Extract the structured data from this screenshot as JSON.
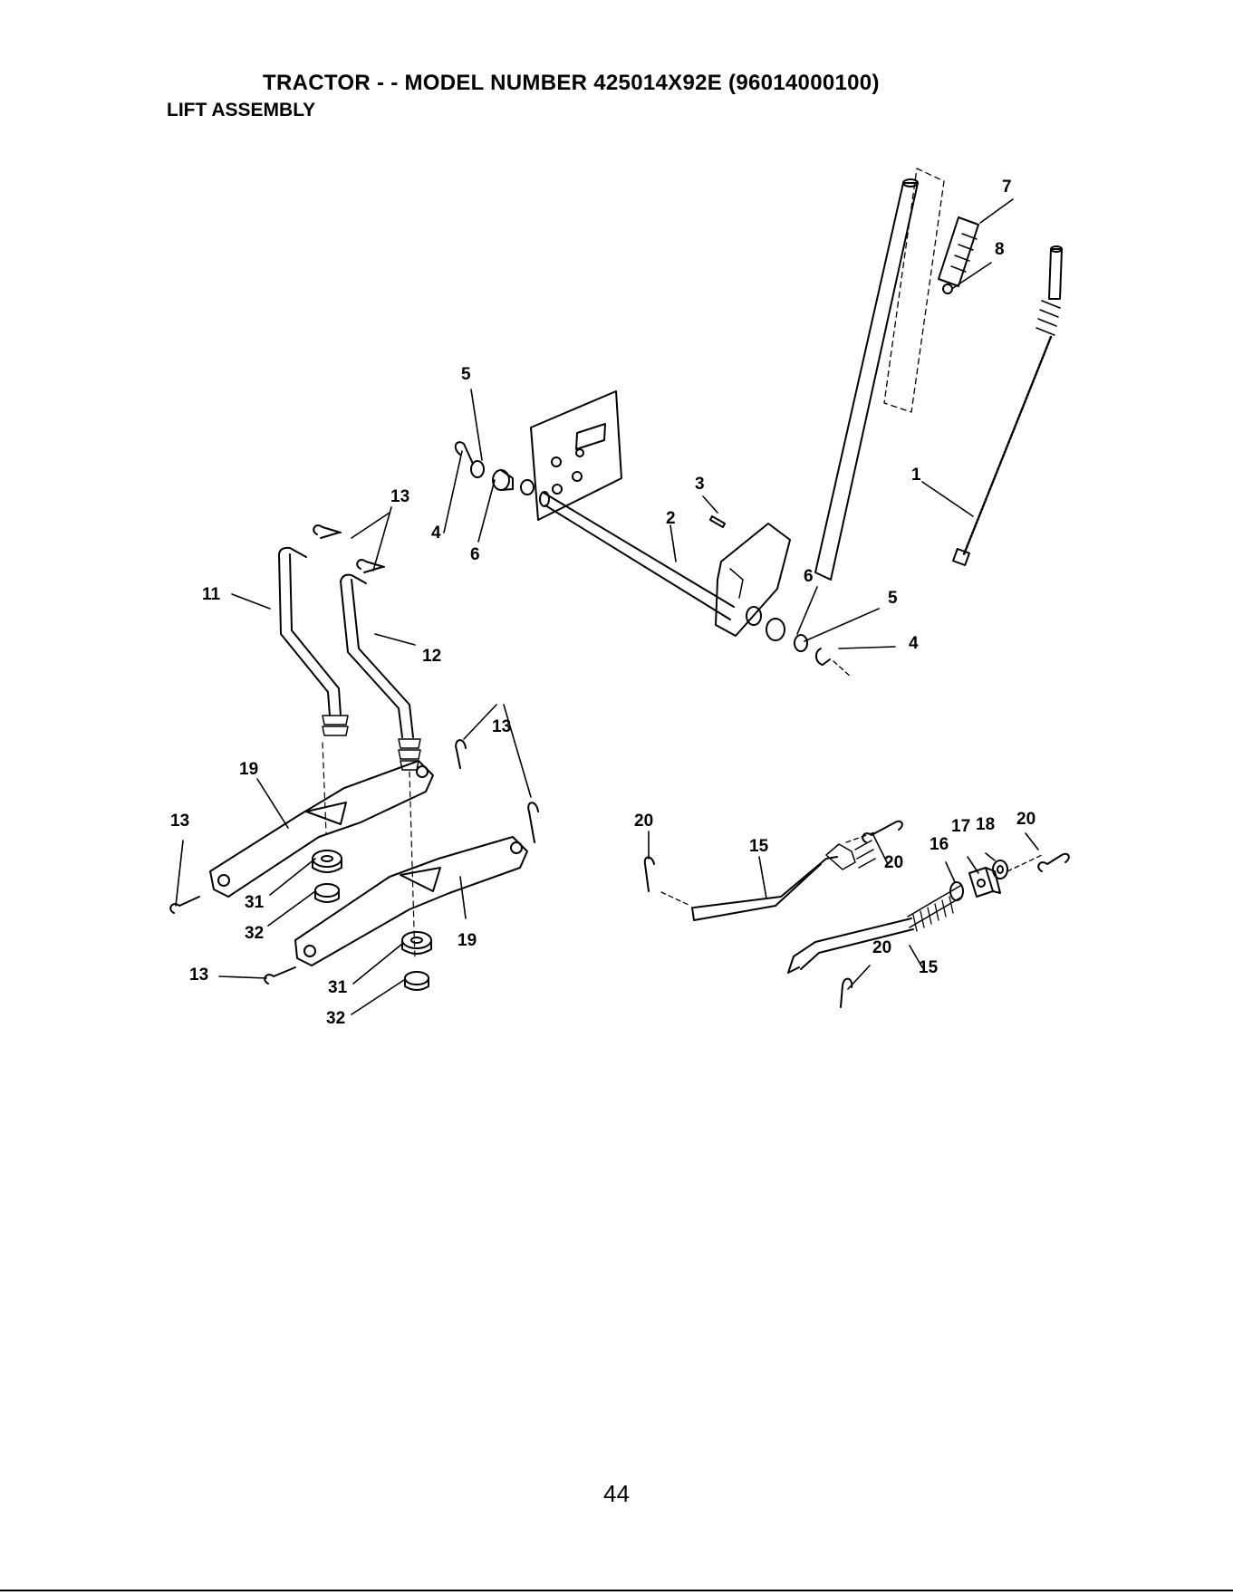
{
  "header": {
    "title": "TRACTOR - - MODEL NUMBER  425014X92E (96014000100)",
    "subtitle": "LIFT ASSEMBLY"
  },
  "callouts": {
    "c1": "1",
    "c2": "2",
    "c3": "3",
    "c4a": "4",
    "c4b": "4",
    "c5a": "5",
    "c5b": "5",
    "c6a": "6",
    "c6b": "6",
    "c7": "7",
    "c8": "8",
    "c11": "11",
    "c12": "12",
    "c13a": "13",
    "c13b": "13",
    "c13c": "13",
    "c13d": "13",
    "c15a": "15",
    "c15b": "15",
    "c16": "16",
    "c17": "17",
    "c18": "18",
    "c19a": "19",
    "c19b": "19",
    "c20a": "20",
    "c20b": "20",
    "c20c": "20",
    "c20d": "20",
    "c31a": "31",
    "c31b": "31",
    "c32a": "32",
    "c32b": "32"
  },
  "footer": {
    "page_number": "44"
  }
}
